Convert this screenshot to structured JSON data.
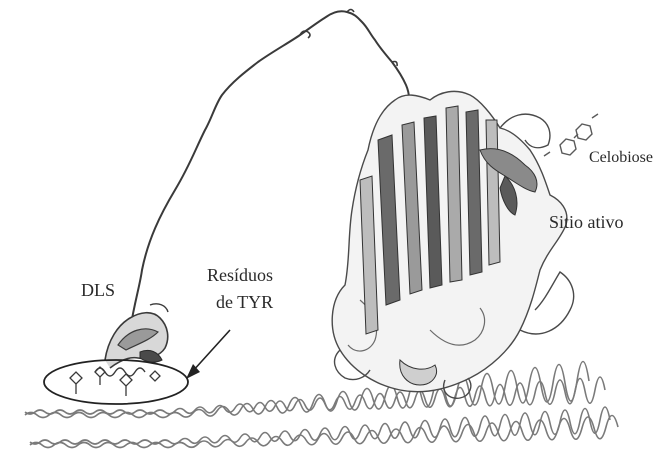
{
  "labels": {
    "dls": "DLS",
    "residues_line1": "Resíduos",
    "residues_line2": "de TYR",
    "cellobiose": "Celobiose",
    "active_site": "Sitio ativo"
  },
  "colors": {
    "line": "#3a3a3a",
    "strand_dark": "#5a5a5a",
    "strand_light": "#bdbdbd",
    "fiber": "#7a7a7a"
  }
}
